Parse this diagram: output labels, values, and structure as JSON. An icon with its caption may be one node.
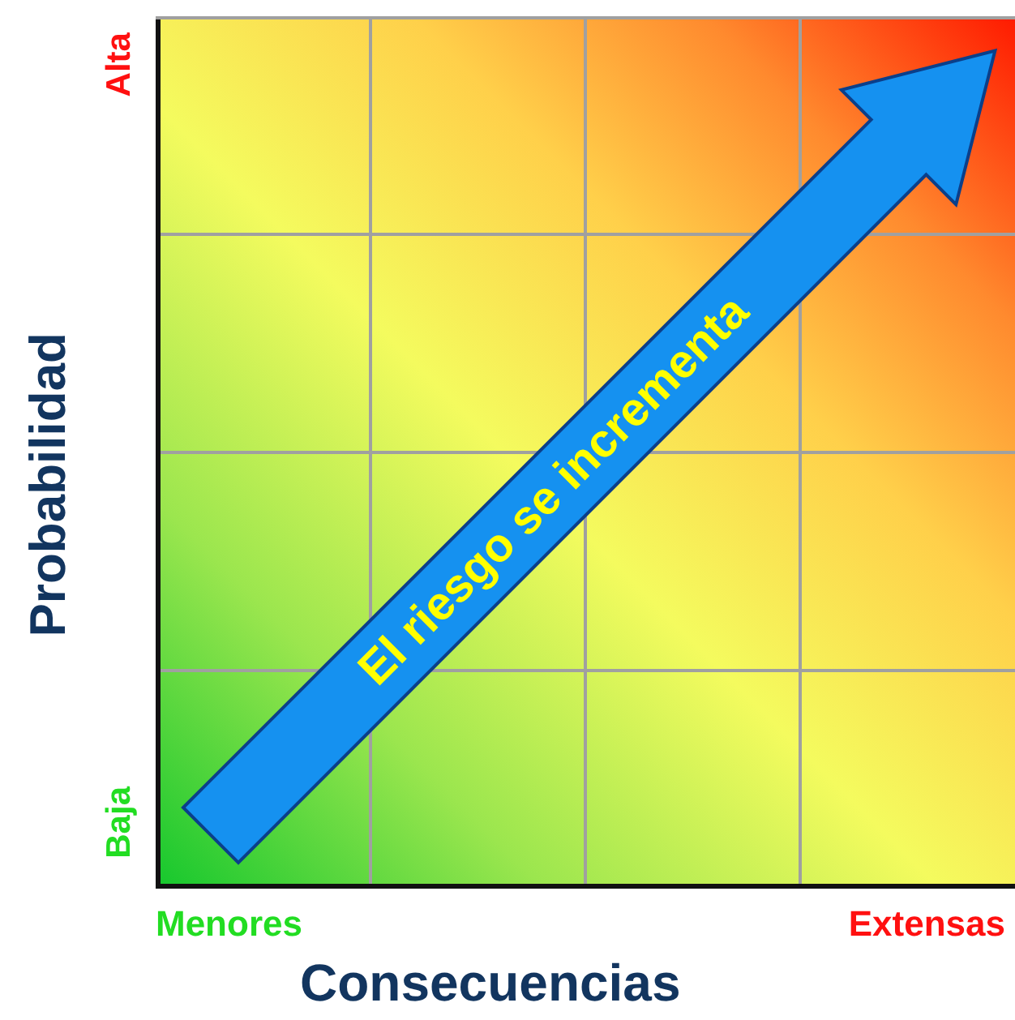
{
  "diagram": {
    "labels": [
      "Alta",
      "Probabilidad",
      "Baja",
      "El riesgo se incrementa",
      "Menores",
      "Extensas",
      "Consecuencias"
    ]
  }
}
